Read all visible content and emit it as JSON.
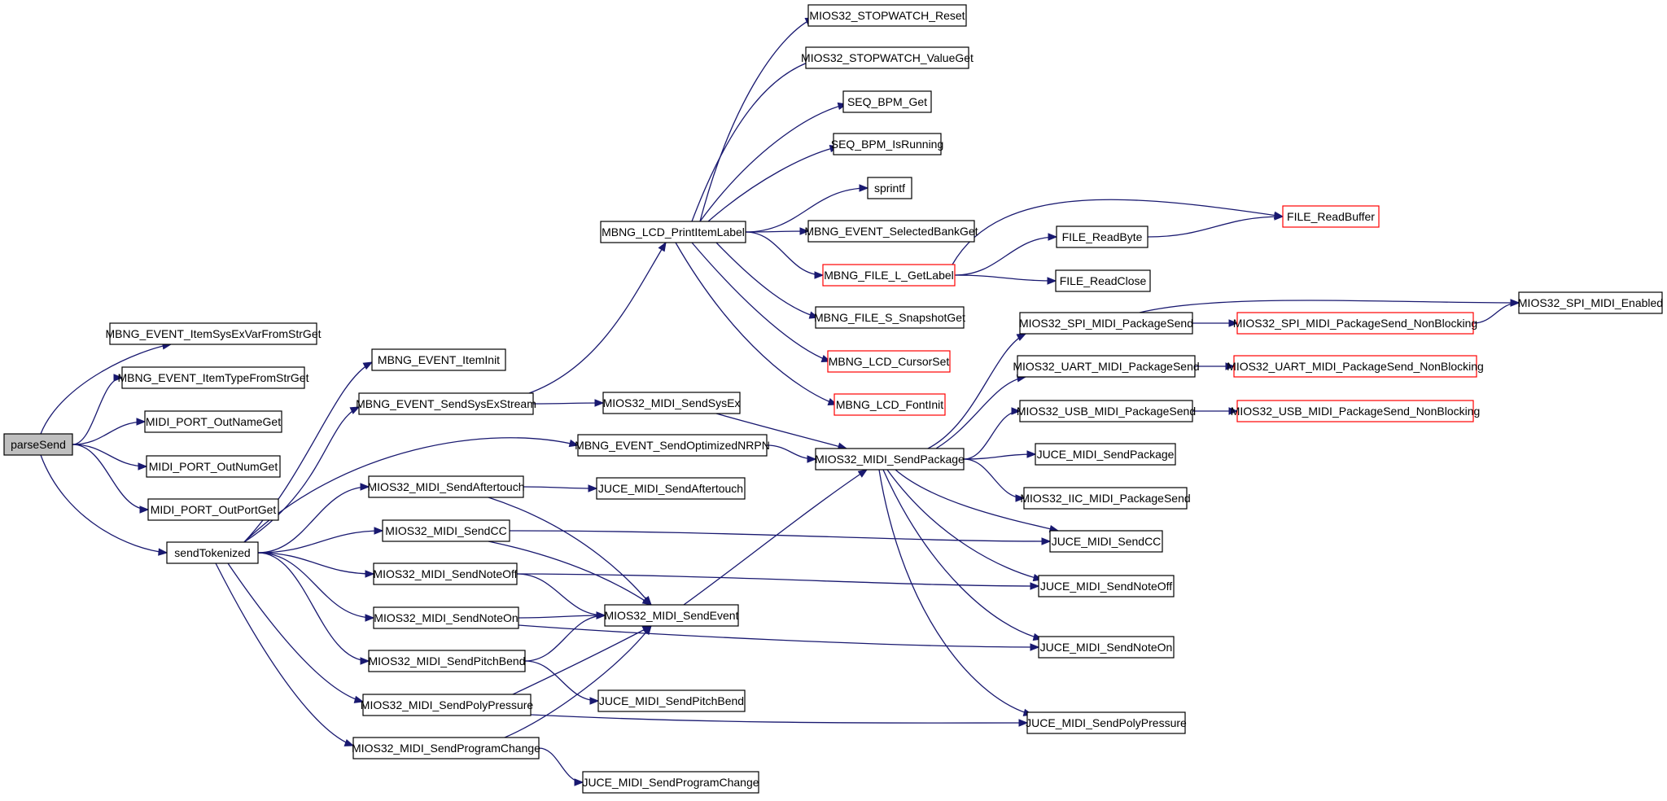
{
  "colors": {
    "edge": "#191970",
    "node_border": "#000000",
    "node_border_truncated": "#ff0000",
    "node_fill": "#ffffff",
    "root_fill": "#bfbfbf"
  },
  "nodes": [
    {
      "id": "parseSend",
      "label": "parseSend",
      "style": "root"
    },
    {
      "id": "itemSysExVar",
      "label": "MBNG_EVENT_ItemSysExVarFromStrGet",
      "style": "normal"
    },
    {
      "id": "itemTypeFromStr",
      "label": "MBNG_EVENT_ItemTypeFromStrGet",
      "style": "normal"
    },
    {
      "id": "outNameGet",
      "label": "MIDI_PORT_OutNameGet",
      "style": "normal"
    },
    {
      "id": "outNumGet",
      "label": "MIDI_PORT_OutNumGet",
      "style": "normal"
    },
    {
      "id": "outPortGet",
      "label": "MIDI_PORT_OutPortGet",
      "style": "normal"
    },
    {
      "id": "sendTokenized",
      "label": "sendTokenized",
      "style": "normal"
    },
    {
      "id": "itemInit",
      "label": "MBNG_EVENT_ItemInit",
      "style": "normal"
    },
    {
      "id": "sendSysExStream",
      "label": "MBNG_EVENT_SendSysExStream",
      "style": "normal"
    },
    {
      "id": "sendOptNRPN",
      "label": "MBNG_EVENT_SendOptimizedNRPN",
      "style": "normal"
    },
    {
      "id": "sendAftertouch",
      "label": "MIOS32_MIDI_SendAftertouch",
      "style": "normal"
    },
    {
      "id": "sendCC",
      "label": "MIOS32_MIDI_SendCC",
      "style": "normal"
    },
    {
      "id": "sendNoteOff",
      "label": "MIOS32_MIDI_SendNoteOff",
      "style": "normal"
    },
    {
      "id": "sendNoteOn",
      "label": "MIOS32_MIDI_SendNoteOn",
      "style": "normal"
    },
    {
      "id": "sendPitchBend",
      "label": "MIOS32_MIDI_SendPitchBend",
      "style": "normal"
    },
    {
      "id": "sendPolyPressure",
      "label": "MIOS32_MIDI_SendPolyPressure",
      "style": "normal"
    },
    {
      "id": "sendProgramChange",
      "label": "MIOS32_MIDI_SendProgramChange",
      "style": "normal"
    },
    {
      "id": "lcdPrintItemLabel",
      "label": "MBNG_LCD_PrintItemLabel",
      "style": "normal"
    },
    {
      "id": "sendSysEx",
      "label": "MIOS32_MIDI_SendSysEx",
      "style": "normal"
    },
    {
      "id": "juceAftertouch",
      "label": "JUCE_MIDI_SendAftertouch",
      "style": "normal"
    },
    {
      "id": "sendEvent",
      "label": "MIOS32_MIDI_SendEvent",
      "style": "normal"
    },
    {
      "id": "jucePitchBend",
      "label": "JUCE_MIDI_SendPitchBend",
      "style": "normal"
    },
    {
      "id": "juceProgramChange",
      "label": "JUCE_MIDI_SendProgramChange",
      "style": "normal"
    },
    {
      "id": "swReset",
      "label": "MIOS32_STOPWATCH_Reset",
      "style": "normal"
    },
    {
      "id": "swValueGet",
      "label": "MIOS32_STOPWATCH_ValueGet",
      "style": "normal"
    },
    {
      "id": "bpmGet",
      "label": "SEQ_BPM_Get",
      "style": "normal"
    },
    {
      "id": "bpmIsRunning",
      "label": "SEQ_BPM_IsRunning",
      "style": "normal"
    },
    {
      "id": "sprintf",
      "label": "sprintf",
      "style": "normal"
    },
    {
      "id": "selectedBankGet",
      "label": "MBNG_EVENT_SelectedBankGet",
      "style": "normal"
    },
    {
      "id": "fileLGetLabel",
      "label": "MBNG_FILE_L_GetLabel",
      "style": "truncated"
    },
    {
      "id": "fileSSnapshotGet",
      "label": "MBNG_FILE_S_SnapshotGet",
      "style": "normal"
    },
    {
      "id": "lcdCursorSet",
      "label": "MBNG_LCD_CursorSet",
      "style": "truncated"
    },
    {
      "id": "lcdFontInit",
      "label": "MBNG_LCD_FontInit",
      "style": "truncated"
    },
    {
      "id": "sendPackage",
      "label": "MIOS32_MIDI_SendPackage",
      "style": "normal"
    },
    {
      "id": "fileReadBuffer",
      "label": "FILE_ReadBuffer",
      "style": "truncated"
    },
    {
      "id": "fileReadByte",
      "label": "FILE_ReadByte",
      "style": "normal"
    },
    {
      "id": "fileReadClose",
      "label": "FILE_ReadClose",
      "style": "normal"
    },
    {
      "id": "spiPackageSend",
      "label": "MIOS32_SPI_MIDI_PackageSend",
      "style": "normal"
    },
    {
      "id": "uartPackageSend",
      "label": "MIOS32_UART_MIDI_PackageSend",
      "style": "normal"
    },
    {
      "id": "usbPackageSend",
      "label": "MIOS32_USB_MIDI_PackageSend",
      "style": "normal"
    },
    {
      "id": "jucePackage",
      "label": "JUCE_MIDI_SendPackage",
      "style": "normal"
    },
    {
      "id": "iicPackageSend",
      "label": "MIOS32_IIC_MIDI_PackageSend",
      "style": "normal"
    },
    {
      "id": "juceCC",
      "label": "JUCE_MIDI_SendCC",
      "style": "normal"
    },
    {
      "id": "juceNoteOff",
      "label": "JUCE_MIDI_SendNoteOff",
      "style": "normal"
    },
    {
      "id": "juceNoteOn",
      "label": "JUCE_MIDI_SendNoteOn",
      "style": "normal"
    },
    {
      "id": "jucePolyPressure",
      "label": "JUCE_MIDI_SendPolyPressure",
      "style": "normal"
    },
    {
      "id": "spiNonBlocking",
      "label": "MIOS32_SPI_MIDI_PackageSend_NonBlocking",
      "style": "truncated"
    },
    {
      "id": "uartNonBlocking",
      "label": "MIOS32_UART_MIDI_PackageSend_NonBlocking",
      "style": "truncated"
    },
    {
      "id": "usbNonBlocking",
      "label": "MIOS32_USB_MIDI_PackageSend_NonBlocking",
      "style": "truncated"
    },
    {
      "id": "spiEnabled",
      "label": "MIOS32_SPI_MIDI_Enabled",
      "style": "normal"
    }
  ],
  "edges": [
    [
      "parseSend",
      "itemSysExVar"
    ],
    [
      "parseSend",
      "itemTypeFromStr"
    ],
    [
      "parseSend",
      "outNameGet"
    ],
    [
      "parseSend",
      "outNumGet"
    ],
    [
      "parseSend",
      "outPortGet"
    ],
    [
      "parseSend",
      "sendTokenized"
    ],
    [
      "sendTokenized",
      "itemInit"
    ],
    [
      "sendTokenized",
      "sendSysExStream"
    ],
    [
      "sendTokenized",
      "sendOptNRPN"
    ],
    [
      "sendTokenized",
      "sendAftertouch"
    ],
    [
      "sendTokenized",
      "sendCC"
    ],
    [
      "sendTokenized",
      "sendNoteOff"
    ],
    [
      "sendTokenized",
      "sendNoteOn"
    ],
    [
      "sendTokenized",
      "sendPitchBend"
    ],
    [
      "sendTokenized",
      "sendPolyPressure"
    ],
    [
      "sendTokenized",
      "sendProgramChange"
    ],
    [
      "sendSysExStream",
      "lcdPrintItemLabel"
    ],
    [
      "sendSysExStream",
      "sendSysEx"
    ],
    [
      "sendOptNRPN",
      "sendPackage"
    ],
    [
      "sendAftertouch",
      "juceAftertouch"
    ],
    [
      "sendAftertouch",
      "sendEvent"
    ],
    [
      "sendCC",
      "juceCC"
    ],
    [
      "sendCC",
      "sendEvent"
    ],
    [
      "sendNoteOff",
      "juceNoteOff"
    ],
    [
      "sendNoteOff",
      "sendEvent"
    ],
    [
      "sendNoteOn",
      "sendEvent"
    ],
    [
      "sendNoteOn",
      "juceNoteOn"
    ],
    [
      "sendPitchBend",
      "sendEvent"
    ],
    [
      "sendPitchBend",
      "jucePitchBend"
    ],
    [
      "sendPolyPressure",
      "sendEvent"
    ],
    [
      "sendPolyPressure",
      "jucePolyPressure"
    ],
    [
      "sendProgramChange",
      "sendEvent"
    ],
    [
      "sendProgramChange",
      "juceProgramChange"
    ],
    [
      "sendSysEx",
      "sendPackage"
    ],
    [
      "sendEvent",
      "sendPackage"
    ],
    [
      "lcdPrintItemLabel",
      "swReset"
    ],
    [
      "lcdPrintItemLabel",
      "swValueGet"
    ],
    [
      "lcdPrintItemLabel",
      "bpmGet"
    ],
    [
      "lcdPrintItemLabel",
      "bpmIsRunning"
    ],
    [
      "lcdPrintItemLabel",
      "sprintf"
    ],
    [
      "lcdPrintItemLabel",
      "selectedBankGet"
    ],
    [
      "lcdPrintItemLabel",
      "fileLGetLabel"
    ],
    [
      "lcdPrintItemLabel",
      "fileSSnapshotGet"
    ],
    [
      "lcdPrintItemLabel",
      "lcdCursorSet"
    ],
    [
      "lcdPrintItemLabel",
      "lcdFontInit"
    ],
    [
      "fileLGetLabel",
      "fileReadBuffer"
    ],
    [
      "fileLGetLabel",
      "fileReadByte"
    ],
    [
      "fileLGetLabel",
      "fileReadClose"
    ],
    [
      "fileReadByte",
      "fileReadBuffer"
    ],
    [
      "sendPackage",
      "spiPackageSend"
    ],
    [
      "sendPackage",
      "uartPackageSend"
    ],
    [
      "sendPackage",
      "usbPackageSend"
    ],
    [
      "sendPackage",
      "jucePackage"
    ],
    [
      "sendPackage",
      "iicPackageSend"
    ],
    [
      "sendPackage",
      "juceCC"
    ],
    [
      "sendPackage",
      "juceNoteOff"
    ],
    [
      "sendPackage",
      "juceNoteOn"
    ],
    [
      "sendPackage",
      "jucePolyPressure"
    ],
    [
      "spiPackageSend",
      "spiNonBlocking"
    ],
    [
      "spiPackageSend",
      "spiEnabled"
    ],
    [
      "spiNonBlocking",
      "spiEnabled"
    ],
    [
      "uartPackageSend",
      "uartNonBlocking"
    ],
    [
      "usbPackageSend",
      "usbNonBlocking"
    ]
  ]
}
